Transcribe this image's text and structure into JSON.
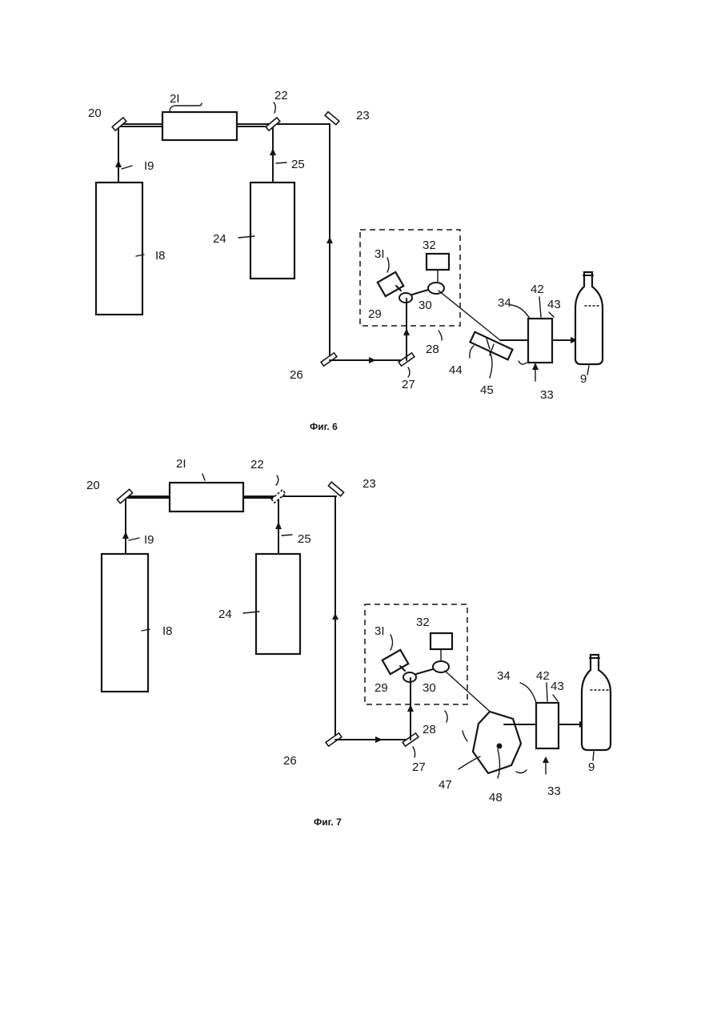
{
  "figures": [
    {
      "caption": "Фиг. 6",
      "labels": {
        "l18": "I8",
        "l19": "I9",
        "l20": "20",
        "l21": "2I",
        "l22": "22",
        "l23": "23",
        "l24": "24",
        "l25": "25",
        "l26": "26",
        "l27": "27",
        "l28": "28",
        "l29": "29",
        "l30": "30",
        "l31": "3I",
        "l32": "32",
        "l33": "33",
        "l34": "34",
        "l42": "42",
        "l43": "43",
        "l44": "44",
        "l45": "45",
        "l9": "9"
      }
    },
    {
      "caption": "Фиг. 7",
      "labels": {
        "l18": "I8",
        "l19": "I9",
        "l20": "20",
        "l21": "2I",
        "l22": "22",
        "l23": "23",
        "l24": "24",
        "l25": "25",
        "l26": "26",
        "l27": "27",
        "l28": "28",
        "l29": "29",
        "l30": "30",
        "l31": "3I",
        "l32": "32",
        "l33": "33",
        "l34": "34",
        "l42": "42",
        "l43": "43",
        "l47": "47",
        "l48": "48",
        "l9": "9"
      }
    }
  ]
}
